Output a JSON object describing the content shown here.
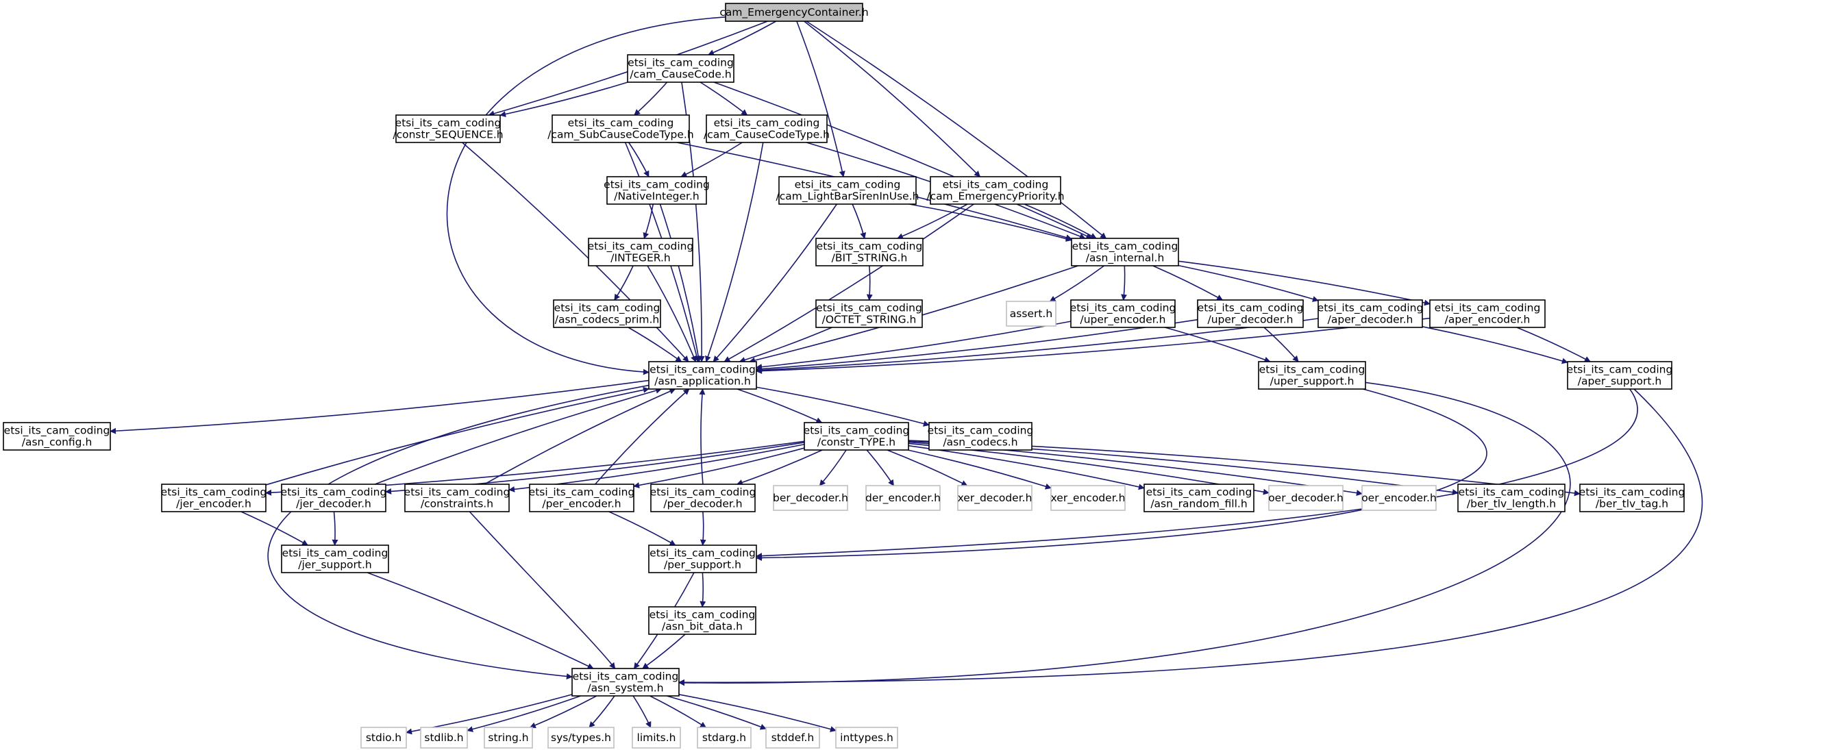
{
  "diagram": {
    "title": "",
    "edge_color": "#191970",
    "root_fill": "#bfbfbf",
    "nodes": [
      {
        "id": "root",
        "lines": [
          "cam_EmergencyContainer.h"
        ],
        "style": "root"
      },
      {
        "id": "causecode",
        "lines": [
          "etsi_its_cam_coding",
          "/cam_CauseCode.h"
        ],
        "style": "normal"
      },
      {
        "id": "constr_seq",
        "lines": [
          "etsi_its_cam_coding",
          "/constr_SEQUENCE.h"
        ],
        "style": "normal"
      },
      {
        "id": "subcause",
        "lines": [
          "etsi_its_cam_coding",
          "/cam_SubCauseCodeType.h"
        ],
        "style": "normal"
      },
      {
        "id": "causetype",
        "lines": [
          "etsi_its_cam_coding",
          "/cam_CauseCodeType.h"
        ],
        "style": "normal"
      },
      {
        "id": "nativeint",
        "lines": [
          "etsi_its_cam_coding",
          "/NativeInteger.h"
        ],
        "style": "normal"
      },
      {
        "id": "lightbar",
        "lines": [
          "etsi_its_cam_coding",
          "/cam_LightBarSirenInUse.h"
        ],
        "style": "normal"
      },
      {
        "id": "emergprio",
        "lines": [
          "etsi_its_cam_coding",
          "/cam_EmergencyPriority.h"
        ],
        "style": "normal"
      },
      {
        "id": "integer",
        "lines": [
          "etsi_its_cam_coding",
          "/INTEGER.h"
        ],
        "style": "normal"
      },
      {
        "id": "bitstring",
        "lines": [
          "etsi_its_cam_coding",
          "/BIT_STRING.h"
        ],
        "style": "normal"
      },
      {
        "id": "asninternal",
        "lines": [
          "etsi_its_cam_coding",
          "/asn_internal.h"
        ],
        "style": "normal"
      },
      {
        "id": "codecsprim",
        "lines": [
          "etsi_its_cam_coding",
          "/asn_codecs_prim.h"
        ],
        "style": "normal"
      },
      {
        "id": "octetstring",
        "lines": [
          "etsi_its_cam_coding",
          "/OCTET_STRING.h"
        ],
        "style": "normal"
      },
      {
        "id": "assert",
        "lines": [
          "assert.h"
        ],
        "style": "ext"
      },
      {
        "id": "uperenc",
        "lines": [
          "etsi_its_cam_coding",
          "/uper_encoder.h"
        ],
        "style": "normal"
      },
      {
        "id": "uperdec",
        "lines": [
          "etsi_its_cam_coding",
          "/uper_decoder.h"
        ],
        "style": "normal"
      },
      {
        "id": "aperdec",
        "lines": [
          "etsi_its_cam_coding",
          "/aper_decoder.h"
        ],
        "style": "normal"
      },
      {
        "id": "aperenc",
        "lines": [
          "etsi_its_cam_coding",
          "/aper_encoder.h"
        ],
        "style": "normal"
      },
      {
        "id": "asnapp",
        "lines": [
          "etsi_its_cam_coding",
          "/asn_application.h"
        ],
        "style": "normal"
      },
      {
        "id": "upersupport",
        "lines": [
          "etsi_its_cam_coding",
          "/uper_support.h"
        ],
        "style": "normal"
      },
      {
        "id": "apersupport",
        "lines": [
          "etsi_its_cam_coding",
          "/aper_support.h"
        ],
        "style": "normal"
      },
      {
        "id": "asnconfig",
        "lines": [
          "etsi_its_cam_coding",
          "/asn_config.h"
        ],
        "style": "normal"
      },
      {
        "id": "constrtype",
        "lines": [
          "etsi_its_cam_coding",
          "/constr_TYPE.h"
        ],
        "style": "normal"
      },
      {
        "id": "asncodecs",
        "lines": [
          "etsi_its_cam_coding",
          "/asn_codecs.h"
        ],
        "style": "normal"
      },
      {
        "id": "jerenc",
        "lines": [
          "etsi_its_cam_coding",
          "/jer_encoder.h"
        ],
        "style": "normal"
      },
      {
        "id": "jerdec",
        "lines": [
          "etsi_its_cam_coding",
          "/jer_decoder.h"
        ],
        "style": "normal"
      },
      {
        "id": "constraints",
        "lines": [
          "etsi_its_cam_coding",
          "/constraints.h"
        ],
        "style": "normal"
      },
      {
        "id": "perenc",
        "lines": [
          "etsi_its_cam_coding",
          "/per_encoder.h"
        ],
        "style": "normal"
      },
      {
        "id": "perdec",
        "lines": [
          "etsi_its_cam_coding",
          "/per_decoder.h"
        ],
        "style": "normal"
      },
      {
        "id": "berdec",
        "lines": [
          "ber_decoder.h"
        ],
        "style": "ext"
      },
      {
        "id": "derenc",
        "lines": [
          "der_encoder.h"
        ],
        "style": "ext"
      },
      {
        "id": "xerdec",
        "lines": [
          "xer_decoder.h"
        ],
        "style": "ext"
      },
      {
        "id": "xerenc",
        "lines": [
          "xer_encoder.h"
        ],
        "style": "ext"
      },
      {
        "id": "randomfill",
        "lines": [
          "etsi_its_cam_coding",
          "/asn_random_fill.h"
        ],
        "style": "normal"
      },
      {
        "id": "oerdec",
        "lines": [
          "oer_decoder.h"
        ],
        "style": "ext"
      },
      {
        "id": "oerenc",
        "lines": [
          "oer_encoder.h"
        ],
        "style": "ext"
      },
      {
        "id": "bertlvlen",
        "lines": [
          "etsi_its_cam_coding",
          "/ber_tlv_length.h"
        ],
        "style": "normal"
      },
      {
        "id": "bertlvtag",
        "lines": [
          "etsi_its_cam_coding",
          "/ber_tlv_tag.h"
        ],
        "style": "normal"
      },
      {
        "id": "jersupport",
        "lines": [
          "etsi_its_cam_coding",
          "/jer_support.h"
        ],
        "style": "normal"
      },
      {
        "id": "persupport",
        "lines": [
          "etsi_its_cam_coding",
          "/per_support.h"
        ],
        "style": "normal"
      },
      {
        "id": "bitdata",
        "lines": [
          "etsi_its_cam_coding",
          "/asn_bit_data.h"
        ],
        "style": "normal"
      },
      {
        "id": "asnsystem",
        "lines": [
          "etsi_its_cam_coding",
          "/asn_system.h"
        ],
        "style": "normal"
      },
      {
        "id": "stdio",
        "lines": [
          "stdio.h"
        ],
        "style": "ext"
      },
      {
        "id": "stdlib",
        "lines": [
          "stdlib.h"
        ],
        "style": "ext"
      },
      {
        "id": "string",
        "lines": [
          "string.h"
        ],
        "style": "ext"
      },
      {
        "id": "systypes",
        "lines": [
          "sys/types.h"
        ],
        "style": "ext"
      },
      {
        "id": "limits",
        "lines": [
          "limits.h"
        ],
        "style": "ext"
      },
      {
        "id": "stdarg",
        "lines": [
          "stdarg.h"
        ],
        "style": "ext"
      },
      {
        "id": "stddef",
        "lines": [
          "stddef.h"
        ],
        "style": "ext"
      },
      {
        "id": "inttypes",
        "lines": [
          "inttypes.h"
        ],
        "style": "ext"
      }
    ],
    "edges": [
      [
        "root",
        "causecode"
      ],
      [
        "root",
        "constr_seq"
      ],
      [
        "root",
        "asnapp"
      ],
      [
        "root",
        "lightbar"
      ],
      [
        "root",
        "emergprio"
      ],
      [
        "root",
        "asninternal"
      ],
      [
        "causecode",
        "constr_seq"
      ],
      [
        "causecode",
        "subcause"
      ],
      [
        "causecode",
        "causetype"
      ],
      [
        "causecode",
        "asnapp"
      ],
      [
        "causecode",
        "asninternal"
      ],
      [
        "constr_seq",
        "asnapp"
      ],
      [
        "subcause",
        "nativeint"
      ],
      [
        "subcause",
        "asnapp"
      ],
      [
        "subcause",
        "asninternal"
      ],
      [
        "causetype",
        "nativeint"
      ],
      [
        "causetype",
        "asnapp"
      ],
      [
        "causetype",
        "asninternal"
      ],
      [
        "nativeint",
        "integer"
      ],
      [
        "nativeint",
        "asnapp"
      ],
      [
        "lightbar",
        "bitstring"
      ],
      [
        "lightbar",
        "asninternal"
      ],
      [
        "lightbar",
        "asnapp"
      ],
      [
        "emergprio",
        "bitstring"
      ],
      [
        "emergprio",
        "asninternal"
      ],
      [
        "emergprio",
        "asnapp"
      ],
      [
        "integer",
        "codecsprim"
      ],
      [
        "integer",
        "asnapp"
      ],
      [
        "codecsprim",
        "asnapp"
      ],
      [
        "bitstring",
        "octetstring"
      ],
      [
        "octetstring",
        "asnapp"
      ],
      [
        "asninternal",
        "asnapp"
      ],
      [
        "asninternal",
        "assert"
      ],
      [
        "asninternal",
        "uperenc"
      ],
      [
        "asninternal",
        "uperdec"
      ],
      [
        "asninternal",
        "aperdec"
      ],
      [
        "asninternal",
        "aperenc"
      ],
      [
        "uperenc",
        "asnapp"
      ],
      [
        "uperenc",
        "upersupport"
      ],
      [
        "uperdec",
        "asnapp"
      ],
      [
        "uperdec",
        "upersupport"
      ],
      [
        "aperdec",
        "asnapp"
      ],
      [
        "aperdec",
        "apersupport"
      ],
      [
        "aperenc",
        "asnapp"
      ],
      [
        "aperenc",
        "apersupport"
      ],
      [
        "upersupport",
        "persupport"
      ],
      [
        "upersupport",
        "asnsystem"
      ],
      [
        "apersupport",
        "persupport"
      ],
      [
        "apersupport",
        "asnsystem"
      ],
      [
        "asnapp",
        "asnconfig"
      ],
      [
        "asnapp",
        "constrtype"
      ],
      [
        "asnapp",
        "asncodecs"
      ],
      [
        "asnapp",
        "asnsystem"
      ],
      [
        "constrtype",
        "jerenc"
      ],
      [
        "constrtype",
        "jerdec"
      ],
      [
        "constrtype",
        "constraints"
      ],
      [
        "constrtype",
        "perenc"
      ],
      [
        "constrtype",
        "perdec"
      ],
      [
        "constrtype",
        "berdec"
      ],
      [
        "constrtype",
        "derenc"
      ],
      [
        "constrtype",
        "xerdec"
      ],
      [
        "constrtype",
        "xerenc"
      ],
      [
        "constrtype",
        "randomfill"
      ],
      [
        "constrtype",
        "oerdec"
      ],
      [
        "constrtype",
        "oerenc"
      ],
      [
        "constrtype",
        "bertlvlen"
      ],
      [
        "constrtype",
        "bertlvtag"
      ],
      [
        "jerenc",
        "asnapp"
      ],
      [
        "jerenc",
        "jersupport"
      ],
      [
        "jerdec",
        "asnapp"
      ],
      [
        "jerdec",
        "jersupport"
      ],
      [
        "constraints",
        "asnapp"
      ],
      [
        "constraints",
        "asnsystem"
      ],
      [
        "perenc",
        "asnapp"
      ],
      [
        "perenc",
        "persupport"
      ],
      [
        "perdec",
        "asnapp"
      ],
      [
        "perdec",
        "persupport"
      ],
      [
        "jersupport",
        "asnsystem"
      ],
      [
        "persupport",
        "bitdata"
      ],
      [
        "persupport",
        "asnsystem"
      ],
      [
        "bitdata",
        "asnsystem"
      ],
      [
        "asnsystem",
        "stdio"
      ],
      [
        "asnsystem",
        "stdlib"
      ],
      [
        "asnsystem",
        "string"
      ],
      [
        "asnsystem",
        "systypes"
      ],
      [
        "asnsystem",
        "limits"
      ],
      [
        "asnsystem",
        "stdarg"
      ],
      [
        "asnsystem",
        "stddef"
      ],
      [
        "asnsystem",
        "inttypes"
      ]
    ]
  }
}
